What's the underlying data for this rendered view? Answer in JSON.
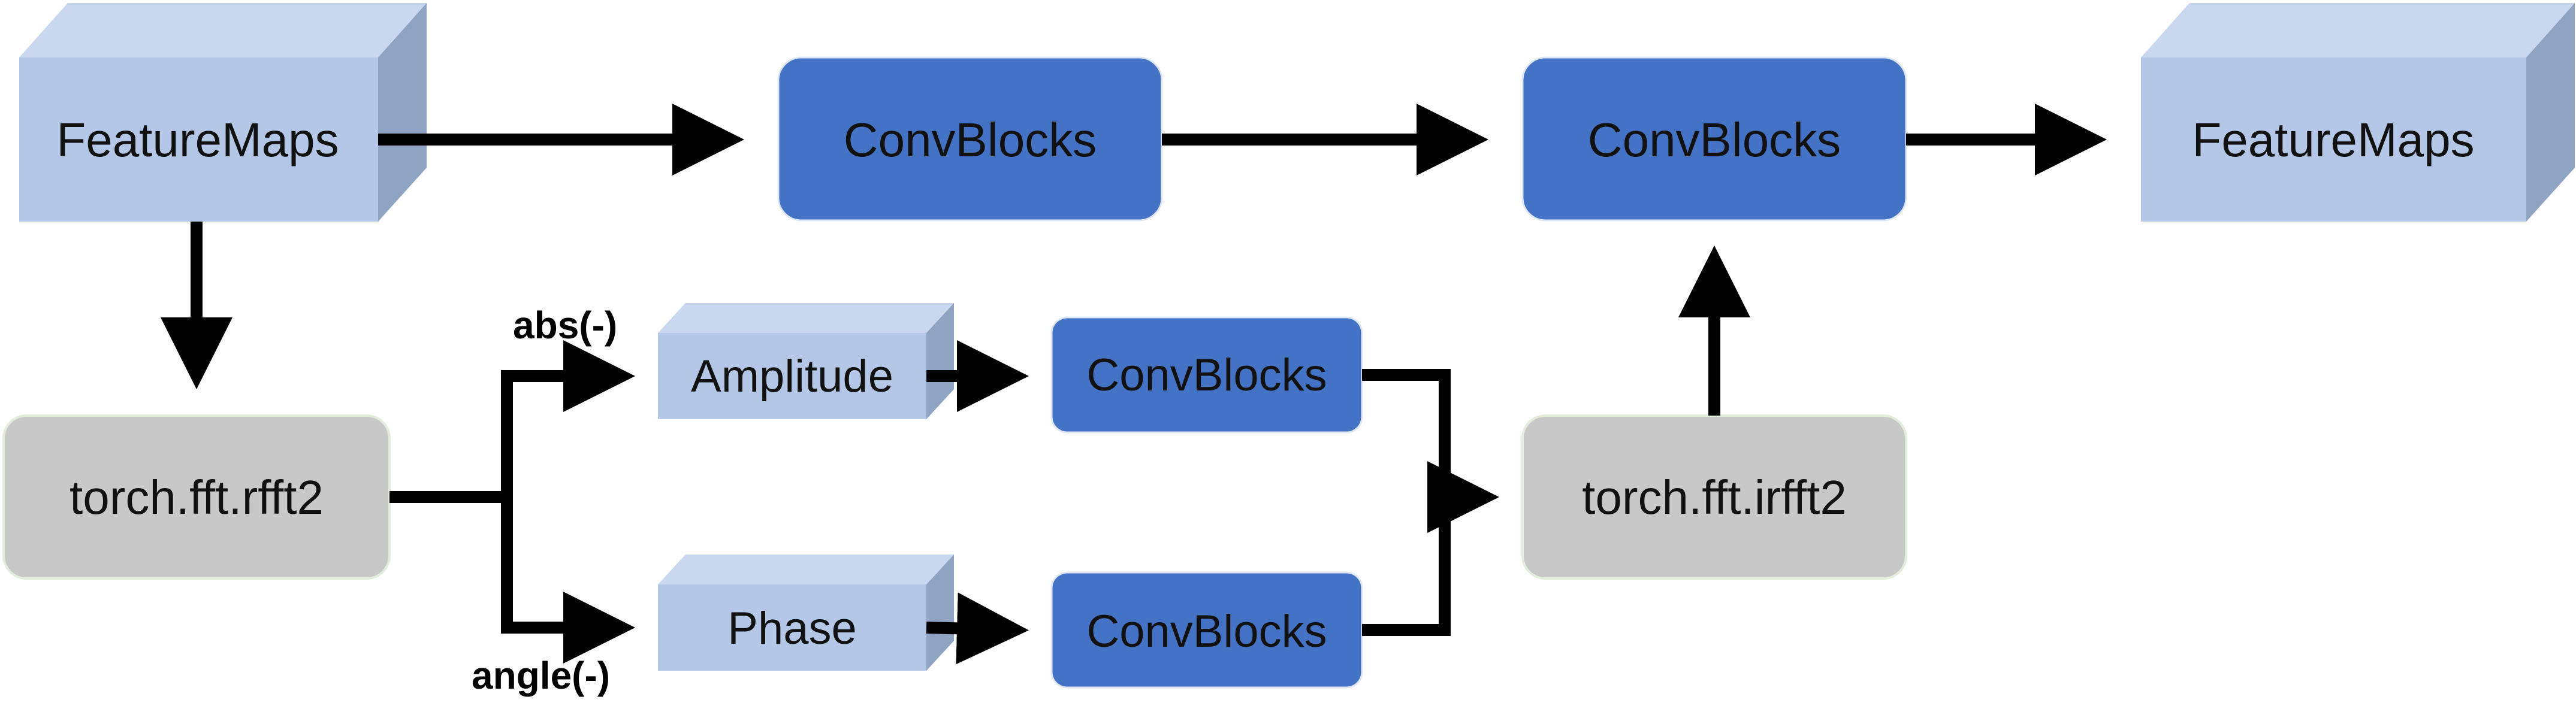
{
  "nodes": {
    "input_maps": "FeatureMaps",
    "conv_top_1": "ConvBlocks",
    "conv_top_2": "ConvBlocks",
    "output_maps": "FeatureMaps",
    "rfft": "torch.fft.rfft2",
    "amplitude": "Amplitude",
    "phase": "Phase",
    "conv_amp": "ConvBlocks",
    "conv_phase": "ConvBlocks",
    "irfft": "torch.fft.irfft2"
  },
  "edge_labels": {
    "abs": "abs(-)",
    "angle": "angle(-)"
  },
  "colors": {
    "feature_front": "#b4c7e7",
    "feature_top": "#c9d7ef",
    "feature_side": "#8fa3c2",
    "conv_block": "#4472c4",
    "fft_block": "#c8c8c8",
    "arrow": "#000000"
  }
}
